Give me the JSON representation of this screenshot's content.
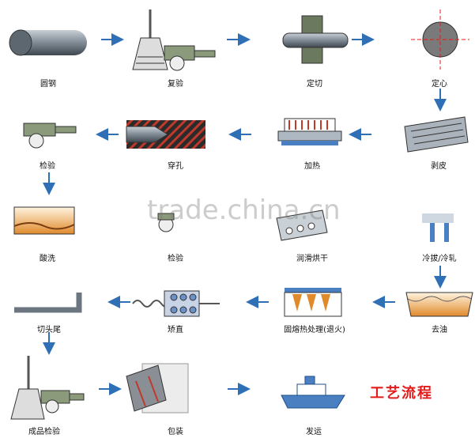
{
  "title": "工艺流程",
  "watermark": "trade.china.cn",
  "steps": [
    {
      "label": "圆钢"
    },
    {
      "label": "复验"
    },
    {
      "label": "定切"
    },
    {
      "label": "定心"
    },
    {
      "label": "检验"
    },
    {
      "label": "穿孔"
    },
    {
      "label": "加热"
    },
    {
      "label": "剥皮"
    },
    {
      "label": "酸洗"
    },
    {
      "label": "检验"
    },
    {
      "label": "润滑烘干"
    },
    {
      "label": "冷拔/冷轧"
    },
    {
      "label": "切头尾"
    },
    {
      "label": "矫直"
    },
    {
      "label": "固熔热处理(退火)"
    },
    {
      "label": "去油"
    },
    {
      "label": "成品检验"
    },
    {
      "label": "包装"
    },
    {
      "label": "发运"
    }
  ],
  "colors": {
    "arrow": "#2e6fb6",
    "title": "#e21b1b",
    "machine": "#8a9a7a"
  }
}
